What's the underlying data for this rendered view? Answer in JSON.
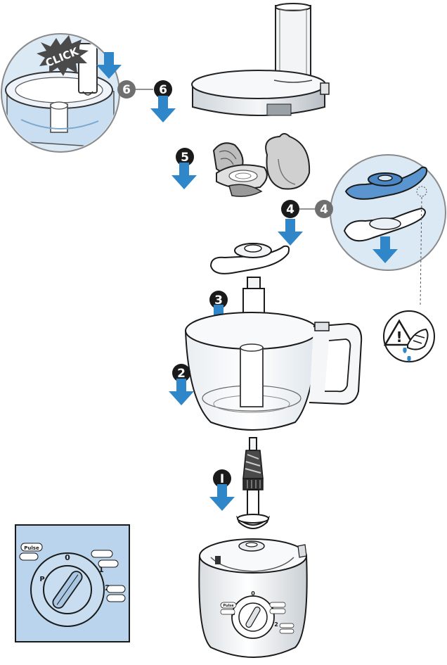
{
  "steps": {
    "s1": "I",
    "s2": "2",
    "s3": "3",
    "s4": "4",
    "s4b": "4",
    "s5": "5",
    "s6": "6",
    "s6b": "6"
  },
  "callout": {
    "click": "CLICK"
  },
  "dial": {
    "pulse": "Pulse",
    "n0": "0",
    "n1": "1",
    "n2": "2",
    "p": "P"
  },
  "colors": {
    "accent_blue": "#2f86c8",
    "light_blue_bg": "#cfe3f2",
    "panel_blue": "#b9d4ec",
    "outline": "#1a1a1a",
    "badge_grey": "#6f6f6f"
  },
  "icons": {
    "warning": "warning-triangle-icon",
    "arrow": "down-arrow-icon"
  }
}
